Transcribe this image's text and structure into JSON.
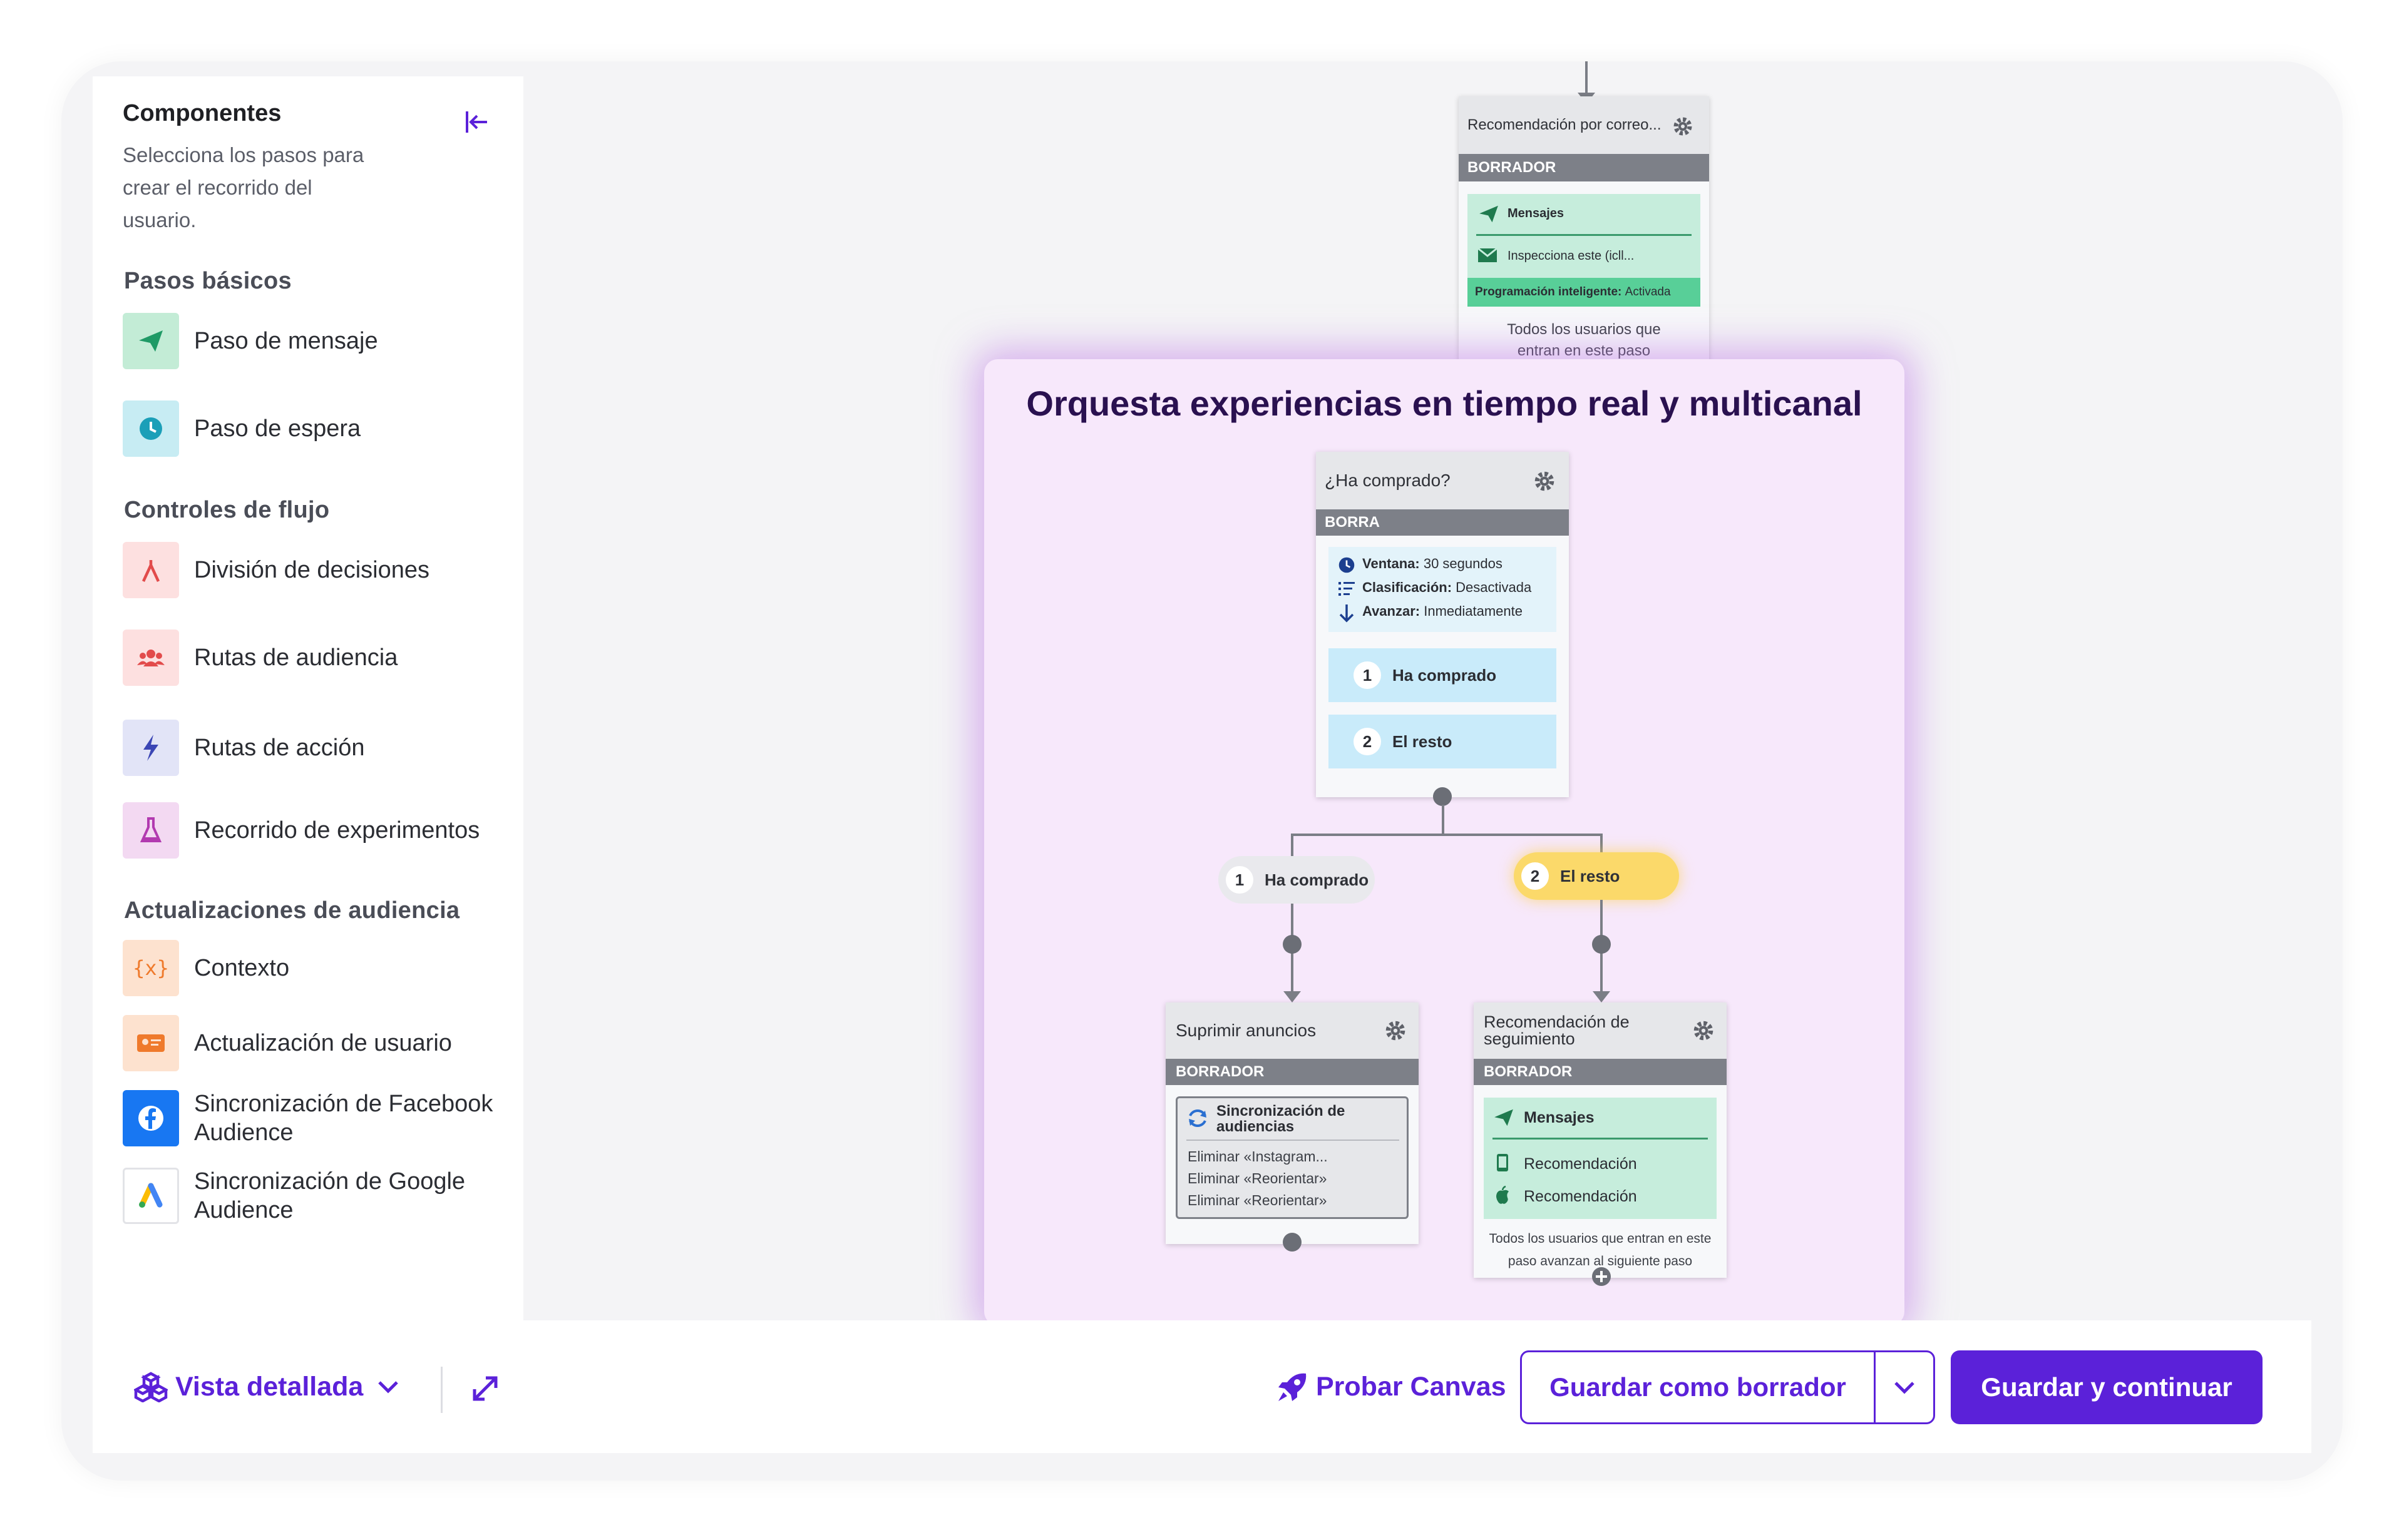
{
  "sidebar": {
    "title": "Componentes",
    "subtitle": "Selecciona los pasos para crear el recorrido del usuario.",
    "sections": {
      "basic": "Pasos básicos",
      "flow": "Controles de flujo",
      "audience": "Actualizaciones de audiencia"
    },
    "items": {
      "message": "Paso de mensaje",
      "wait": "Paso de espera",
      "decision": "División de decisiones",
      "audience_paths": "Rutas de audiencia",
      "action_paths": "Rutas de acción",
      "experiment": "Recorrido de experimentos",
      "context": "Contexto",
      "user_update": "Actualización de usuario",
      "facebook": "Sincronización de Facebook Audience",
      "google": "Sincronización de Google Audience"
    }
  },
  "bg_card": {
    "title": "Recomendación por correo...",
    "status": "BORRADOR",
    "messages": "Mensajes",
    "inspect": "Inspecciona este (icll...",
    "smart_label": "Programación inteligente:",
    "smart_value": "Activada",
    "footer": "Todos los usuarios que entran en este paso"
  },
  "popup": {
    "title": "Orquesta experiencias en tiempo real y multicanal",
    "decision": {
      "title": "¿Ha comprado?",
      "status": "BORRA",
      "window_label": "Ventana:",
      "window_value": "30 segundos",
      "sort_label": "Clasificación:",
      "sort_value": "Desactivada",
      "advance_label": "Avanzar:",
      "advance_value": "Inmediatamente",
      "path1_num": "1",
      "path1": "Ha comprado",
      "path2_num": "2",
      "path2": "El resto"
    },
    "branch_left": {
      "num": "1",
      "label": "Ha comprado"
    },
    "branch_right": {
      "num": "2",
      "label": "El resto"
    },
    "suppress": {
      "title": "Suprimir anuncios",
      "status": "BORRADOR",
      "sync_title": "Sincronización de audiencias",
      "rows": [
        "Eliminar «Instagram...",
        "Eliminar «Reorientar»",
        "Eliminar «Reorientar»"
      ]
    },
    "followup": {
      "title": "Recomendación de seguimiento",
      "status": "BORRADOR",
      "messages": "Mensajes",
      "row1": "Recomendación",
      "row2": "Recomendación",
      "footer": "Todos los usuarios que entran en este paso avanzan al siguiente paso"
    }
  },
  "footer": {
    "view": "Vista detallada",
    "test": "Probar Canvas",
    "save_draft": "Guardar como borrador",
    "save_continue": "Guardar y continuar"
  },
  "colors": {
    "accent": "#5b21d9",
    "popup_bg": "#f7e8fb",
    "message_green": "#c6eddc",
    "path_blue": "#c9ebfa",
    "pill_yellow": "#fbd96a"
  }
}
